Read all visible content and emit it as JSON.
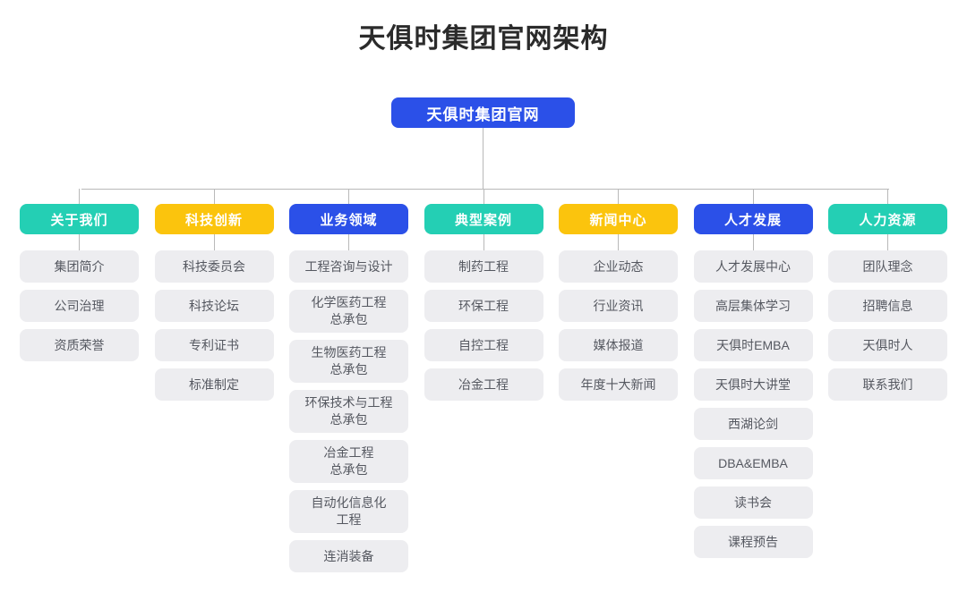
{
  "title": "天俱时集团官网架构",
  "colors": {
    "teal": "#24cfb4",
    "yellow": "#fbc40d",
    "blue": "#2b50e8",
    "item_bg": "#ededf0",
    "line": "#b9b9b9",
    "background": "#ffffff",
    "title_text": "#2b2b2b",
    "item_text": "#555860"
  },
  "root": {
    "label": "天俱时集团官网",
    "color": "blue"
  },
  "columns": [
    {
      "header": "关于我们",
      "color": "teal",
      "items": [
        "集团简介",
        "公司治理",
        "资质荣誉"
      ]
    },
    {
      "header": "科技创新",
      "color": "yellow",
      "items": [
        "科技委员会",
        "科技论坛",
        "专利证书",
        "标准制定"
      ]
    },
    {
      "header": "业务领域",
      "color": "blue",
      "items": [
        "工程咨询与设计",
        "化学医药工程\n总承包",
        "生物医药工程\n总承包",
        "环保技术与工程\n总承包",
        "冶金工程\n总承包",
        "自动化信息化\n工程",
        "连消装备"
      ]
    },
    {
      "header": "典型案例",
      "color": "teal",
      "items": [
        "制药工程",
        "环保工程",
        "自控工程",
        "冶金工程"
      ]
    },
    {
      "header": "新闻中心",
      "color": "yellow",
      "items": [
        "企业动态",
        "行业资讯",
        "媒体报道",
        "年度十大新闻"
      ]
    },
    {
      "header": "人才发展",
      "color": "blue",
      "items": [
        "人才发展中心",
        "高层集体学习",
        "天俱时EMBA",
        "天俱时大讲堂",
        "西湖论剑",
        "DBA&EMBA",
        "读书会",
        "课程预告"
      ]
    },
    {
      "header": "人力资源",
      "color": "teal",
      "items": [
        "团队理念",
        "招聘信息",
        "天俱时人",
        "联系我们"
      ]
    }
  ]
}
